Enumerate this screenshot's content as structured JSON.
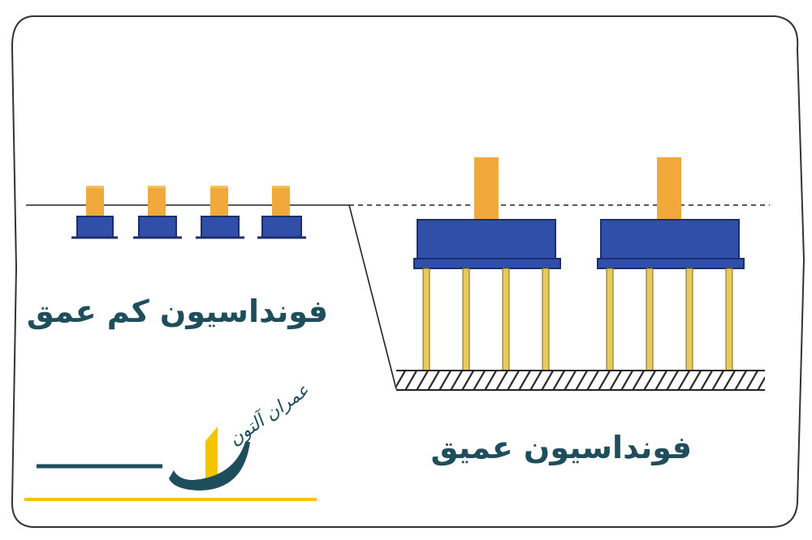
{
  "labels": {
    "shallow": "فونداسیون کم عمق",
    "deep": "فونداسیون عمیق"
  },
  "logo": {
    "text": "عمران آلتون",
    "colors": {
      "primary": "#1e4d5b",
      "accent": "#f5c400"
    }
  },
  "colors": {
    "footing": "#2f4fa8",
    "footing_edge": "#1c2e6e",
    "column": "#f2a93b",
    "pile": "#e8c95c",
    "ground_line": "#222222",
    "label_text": "#1e4d5b"
  }
}
